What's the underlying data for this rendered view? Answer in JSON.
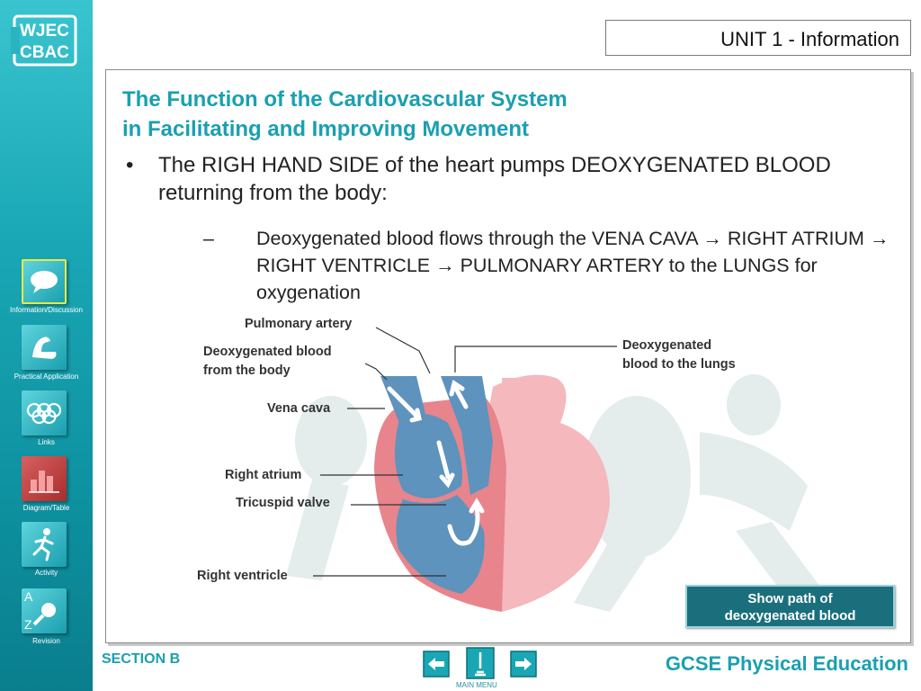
{
  "logo": {
    "line1": "WJEC",
    "line2": "CBAC"
  },
  "header": {
    "unit_title": "UNIT 1 - Information"
  },
  "sidebar": {
    "items": [
      {
        "label": "Information/Discussion",
        "icon": "speech-bubble-icon",
        "color": "#1aa7b5"
      },
      {
        "label": "Practical Application",
        "icon": "flexed-arm-icon",
        "color": "#1aa7b5"
      },
      {
        "label": "Links",
        "icon": "olympic-rings-icon",
        "color": "#1aa7b5"
      },
      {
        "label": "Diagram/Table",
        "icon": "bar-chart-icon",
        "color": "#c94040"
      },
      {
        "label": "Activity",
        "icon": "running-person-icon",
        "color": "#1aa7b5"
      },
      {
        "label": "Revision",
        "icon": "magnifier-az-icon",
        "color": "#1aa7b5",
        "letter_a": "A",
        "letter_z": "Z"
      }
    ]
  },
  "content": {
    "title_line1": "The Function of the Cardiovascular System",
    "title_line2": "in Facilitating and Improving Movement",
    "bullet_mark": "•",
    "bullet_text": "The RIGH HAND SIDE of the heart pumps DEOXYGENATED BLOOD returning from the body:",
    "sub_mark": "–",
    "sub_text": "Deoxygenated blood flows through the VENA CAVA → RIGHT ATRIUM → RIGHT VENTRICLE → PULMONARY ARTERY to the LUNGS for oxygenation"
  },
  "diagram": {
    "labels": {
      "pulmonary_artery": "Pulmonary artery",
      "deox_body_1": "Deoxygenated blood",
      "deox_body_2": "from the body",
      "vena_cava": "Vena cava",
      "deox_lungs_1": "Deoxygenated",
      "deox_lungs_2": "blood to the lungs",
      "right_atrium": "Right atrium",
      "tricuspid_valve": "Tricuspid valve",
      "right_ventricle": "Right ventricle"
    },
    "colors": {
      "deoxygenated": "#5d93bd",
      "muscle": "#e8848c",
      "oxygenated_side": "#f4b8bd"
    }
  },
  "button": {
    "line1": "Show path of",
    "line2": "deoxygenated blood"
  },
  "footer": {
    "section": "SECTION B",
    "course": "GCSE Physical Education",
    "menu_label": "MAIN MENU"
  },
  "theme": {
    "accent": "#1aa0b0"
  }
}
